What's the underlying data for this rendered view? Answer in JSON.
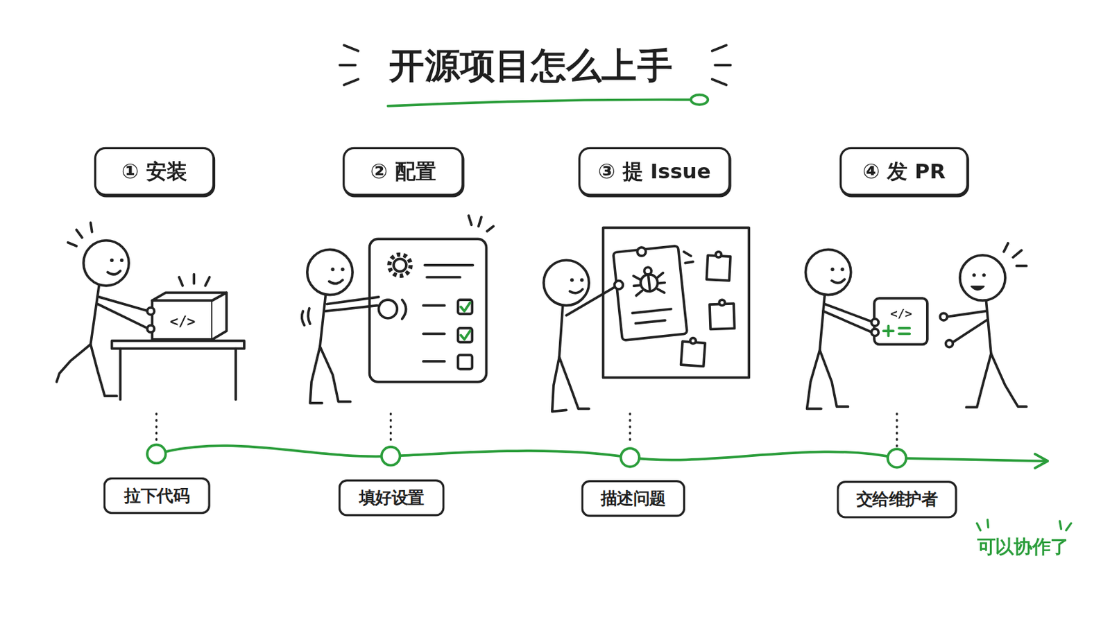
{
  "diagram": {
    "title": "开源项目怎么上手",
    "nodes": [
      {
        "text": [
          "① 安装"
        ]
      },
      {
        "text": [
          "② 配置"
        ]
      },
      {
        "text": [
          "③ 提 Issue"
        ]
      },
      {
        "text": [
          "④ 发 PR"
        ]
      },
      {
        "text": [
          "拉下代码"
        ]
      },
      {
        "text": [
          "填好设置"
        ]
      },
      {
        "text": [
          "描述问题"
        ]
      },
      {
        "text": [
          "交给维护者"
        ]
      }
    ],
    "labels": [
      "</>",
      "</>",
      "可以协作了"
    ]
  }
}
